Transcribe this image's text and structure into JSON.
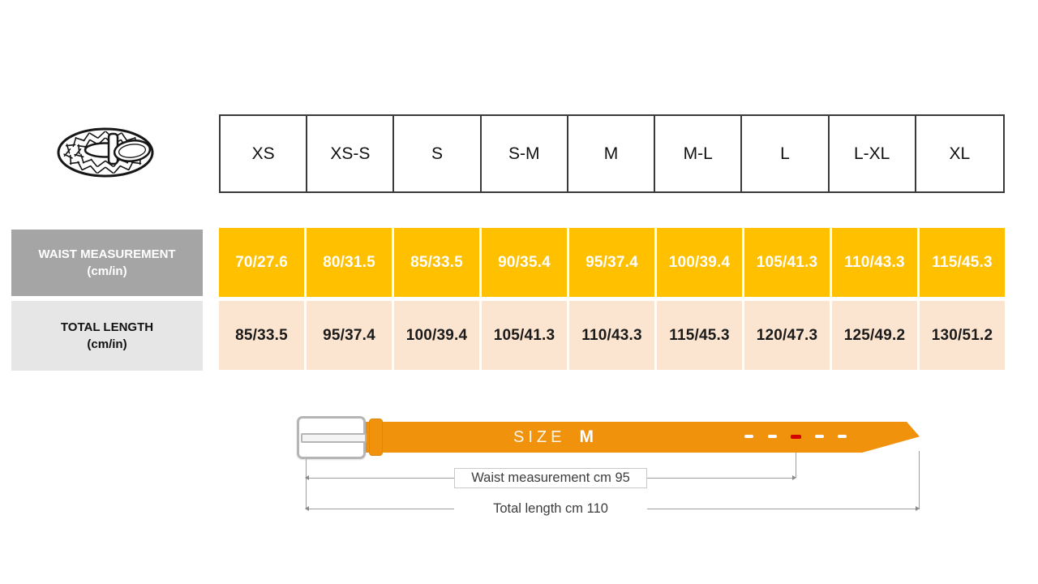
{
  "colors": {
    "accent-yellow": "#FFC000",
    "accent-peach": "#FBE5D0",
    "label-dark-gray": "#A5A5A5",
    "label-light-gray": "#E6E6E6",
    "belt-orange": "#F0920C",
    "hole-highlight-red": "#D40000",
    "annotation-gray": "#9E9E9E"
  },
  "icons": {
    "belt_icon": "braided-belt-icon"
  },
  "size_chart": {
    "sizes": [
      "XS",
      "XS-S",
      "S",
      "S-M",
      "M",
      "M-L",
      "L",
      "L-XL",
      "XL"
    ],
    "waist_row": {
      "label_line1": "WAIST MEASUREMENT",
      "label_line2": "(cm/in)",
      "values": [
        "70/27.6",
        "80/31.5",
        "85/33.5",
        "90/35.4",
        "95/37.4",
        "100/39.4",
        "105/41.3",
        "110/43.3",
        "115/45.3"
      ]
    },
    "length_row": {
      "label_line1": "TOTAL LENGTH",
      "label_line2": "(cm/in)",
      "values": [
        "85/33.5",
        "95/37.4",
        "100/39.4",
        "105/41.3",
        "110/43.3",
        "115/45.3",
        "120/47.3",
        "125/49.2",
        "130/51.2"
      ]
    }
  },
  "belt_diagram": {
    "size_label_prefix": "SIZE",
    "size_label_value": "M",
    "waist_annotation": "Waist measurement cm 95",
    "length_annotation": "Total length cm 110",
    "hole_count": 5,
    "highlighted_hole_index": 3
  },
  "chart_data": {
    "type": "table",
    "columns": [
      "XS",
      "XS-S",
      "S",
      "S-M",
      "M",
      "M-L",
      "L",
      "L-XL",
      "XL"
    ],
    "rows": [
      {
        "label": "WAIST MEASUREMENT (cm/in)",
        "values": [
          "70/27.6",
          "80/31.5",
          "85/33.5",
          "90/35.4",
          "95/37.4",
          "100/39.4",
          "105/41.3",
          "110/43.3",
          "115/45.3"
        ]
      },
      {
        "label": "TOTAL LENGTH (cm/in)",
        "values": [
          "85/33.5",
          "95/37.4",
          "100/39.4",
          "105/41.3",
          "110/43.3",
          "115/45.3",
          "120/47.3",
          "125/49.2",
          "130/51.2"
        ]
      }
    ],
    "annotations": [
      "SIZE M",
      "Waist measurement cm 95",
      "Total length cm 110"
    ],
    "notes": "Belt diagram shows 5 holes; middle (3rd) hole highlighted red marks waist measurement point"
  }
}
